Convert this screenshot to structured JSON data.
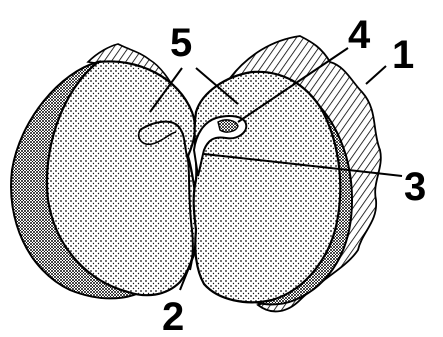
{
  "labels": {
    "one": "1",
    "two": "2",
    "three": "3",
    "four": "4",
    "five": "5"
  },
  "colors": {
    "ink": "#000000",
    "paper": "#ffffff",
    "stipple": "#111111"
  }
}
